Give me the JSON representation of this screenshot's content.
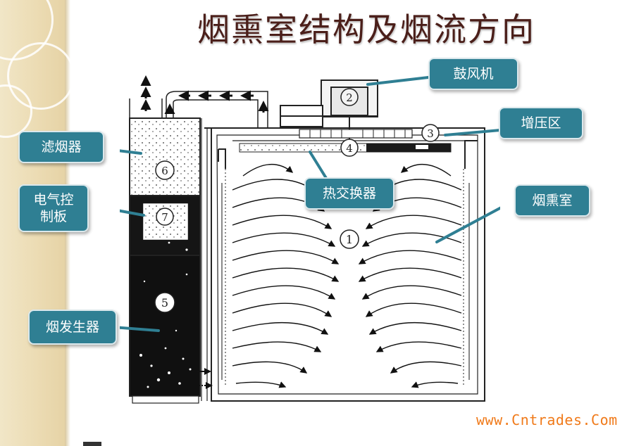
{
  "title": "烟熏室结构及烟流方向",
  "callouts": {
    "blower": "鼓风机",
    "pressurized_zone": "增压区",
    "smoke_filter": "滤烟器",
    "control_panel": "电气控制板",
    "heat_exchanger": "热交换器",
    "smoke_chamber": "烟熏室",
    "smoke_generator": "烟发生器"
  },
  "markers": [
    "1",
    "2",
    "3",
    "4",
    "5",
    "6",
    "7"
  ],
  "watermark": "www.Cntrades.Com",
  "colors": {
    "callout_fill": "#2f7f93",
    "title": "#4b1f1a",
    "watermark": "#f07a1a",
    "side_band": "#ecdcb4"
  }
}
